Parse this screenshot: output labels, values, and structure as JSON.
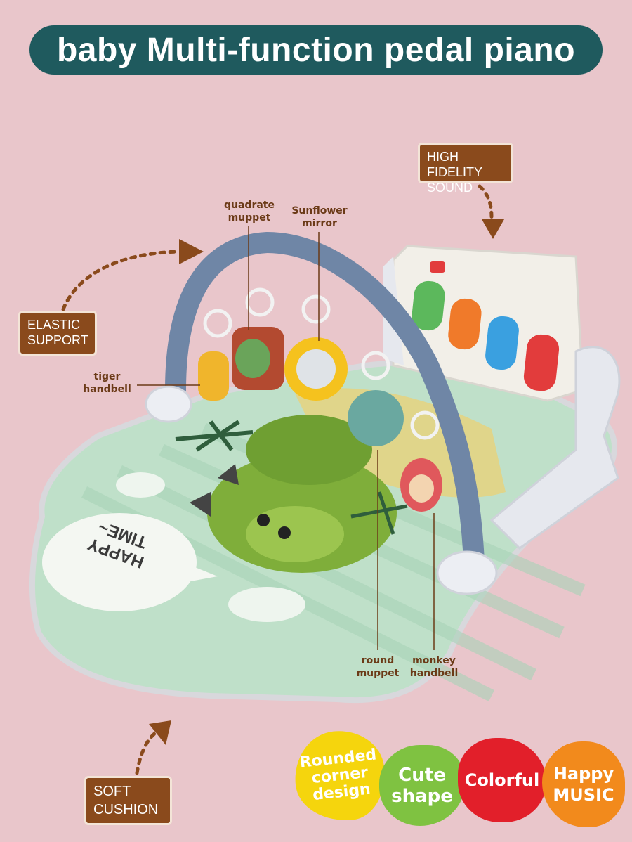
{
  "title": "baby Multi-function pedal piano",
  "callouts": {
    "high_fidelity": [
      "HIGH FIDELITY",
      "SOUND"
    ],
    "elastic": [
      "ELASTIC",
      "SUPPORT"
    ],
    "soft_cushion": [
      "SOFT",
      "CUSHION"
    ]
  },
  "labels": {
    "quadrate": [
      "quadrate",
      "muppet"
    ],
    "sunflower": [
      "Sunflower",
      "mirror"
    ],
    "tiger": [
      "tiger",
      "handbell"
    ],
    "round": [
      "round",
      "muppet"
    ],
    "monkey": [
      "monkey",
      "handbell"
    ]
  },
  "mat_text": [
    "HAPPY",
    "TIME~"
  ],
  "badges": [
    {
      "lines": [
        "Rounded",
        "corner",
        "design"
      ],
      "color": "#f5d50d"
    },
    {
      "lines": [
        "Cute",
        "shape"
      ],
      "color": "#7fc241"
    },
    {
      "lines": [
        "Colorful"
      ],
      "color": "#e21f2a"
    },
    {
      "lines": [
        "Happy",
        "MUSIC"
      ],
      "color": "#f28a1c"
    }
  ],
  "colors": {
    "background": "#e9c6cb",
    "title_bg": "#1f5a5e",
    "callout_bg": "#8a4a1c",
    "mat": "#bfe0c9",
    "arch": "#6f86a6"
  },
  "piano_keys": [
    "#5cb85c",
    "#f07a2a",
    "#3aa0e0",
    "#e23c3c"
  ]
}
